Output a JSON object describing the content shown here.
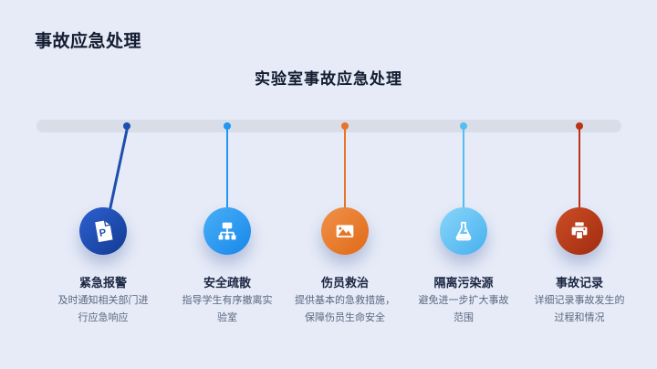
{
  "slide": {
    "title": "事故应急处理",
    "subtitle": "实验室事故应急处理",
    "background_color": "#e6ebf7",
    "timeline_bar_color": "#d8dde8",
    "title_color": "#131c30",
    "label_color": "#1c2742",
    "desc_color": "#5b6880"
  },
  "items": [
    {
      "title": "紧急报警",
      "desc": "及时通知相关部门进行应急响应",
      "icon": "document-p-icon",
      "color": "#1d4fae",
      "gradient_from": "#2d61d2",
      "gradient_to": "#123a90"
    },
    {
      "title": "安全疏散",
      "desc": "指导学生有序撤离实验室",
      "icon": "sitemap-icon",
      "color": "#2196f3",
      "gradient_from": "#4aaef7",
      "gradient_to": "#1688ea"
    },
    {
      "title": "伤员救治",
      "desc": "提供基本的急救措施，保障伤员生命安全",
      "icon": "image-icon",
      "color": "#e5752a",
      "gradient_from": "#f0914a",
      "gradient_to": "#e06a17"
    },
    {
      "title": "隔离污染源",
      "desc": "避免进一步扩大事故范围",
      "icon": "flask-icon",
      "color": "#55bdf2",
      "gradient_from": "#8ad6fa",
      "gradient_to": "#46b0ee"
    },
    {
      "title": "事故记录",
      "desc": "详细记录事故发生的过程和情况",
      "icon": "printer-icon",
      "color": "#bb3317",
      "gradient_from": "#cd4d26",
      "gradient_to": "#a02c10"
    }
  ]
}
